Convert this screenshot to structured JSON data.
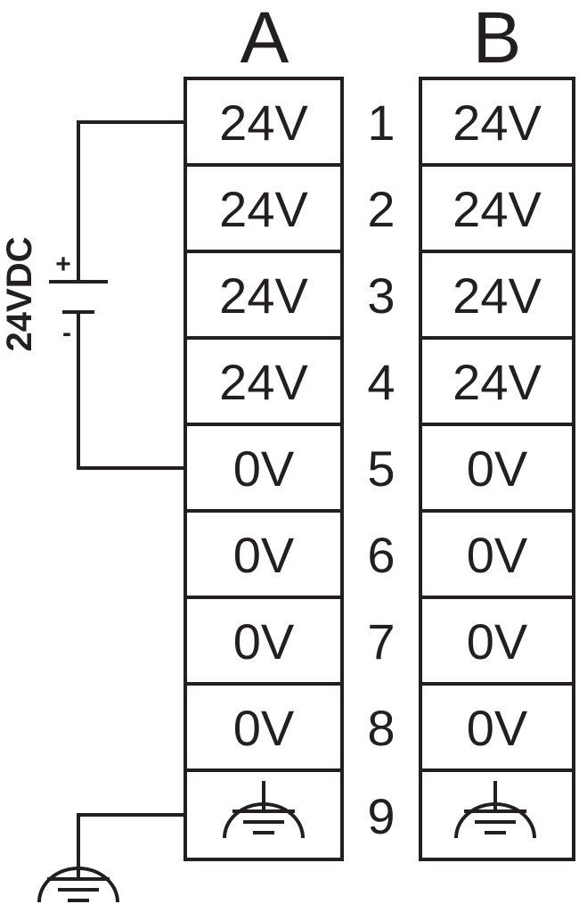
{
  "columns": {
    "a": {
      "label": "A",
      "cells": [
        "24V",
        "24V",
        "24V",
        "24V",
        "0V",
        "0V",
        "0V",
        "0V"
      ],
      "last_cell_icon": "ground-icon"
    },
    "b": {
      "label": "B",
      "cells": [
        "24V",
        "24V",
        "24V",
        "24V",
        "0V",
        "0V",
        "0V",
        "0V"
      ],
      "last_cell_icon": "ground-icon"
    }
  },
  "row_numbers": [
    "1",
    "2",
    "3",
    "4",
    "5",
    "6",
    "7",
    "8",
    "9"
  ],
  "supply": {
    "label": "24VDC",
    "plus": "+",
    "minus": "-",
    "icon": "battery-icon"
  },
  "external_ground_icon": "ground-icon",
  "colors": {
    "ink": "#231f20",
    "background": "#ffffff"
  }
}
